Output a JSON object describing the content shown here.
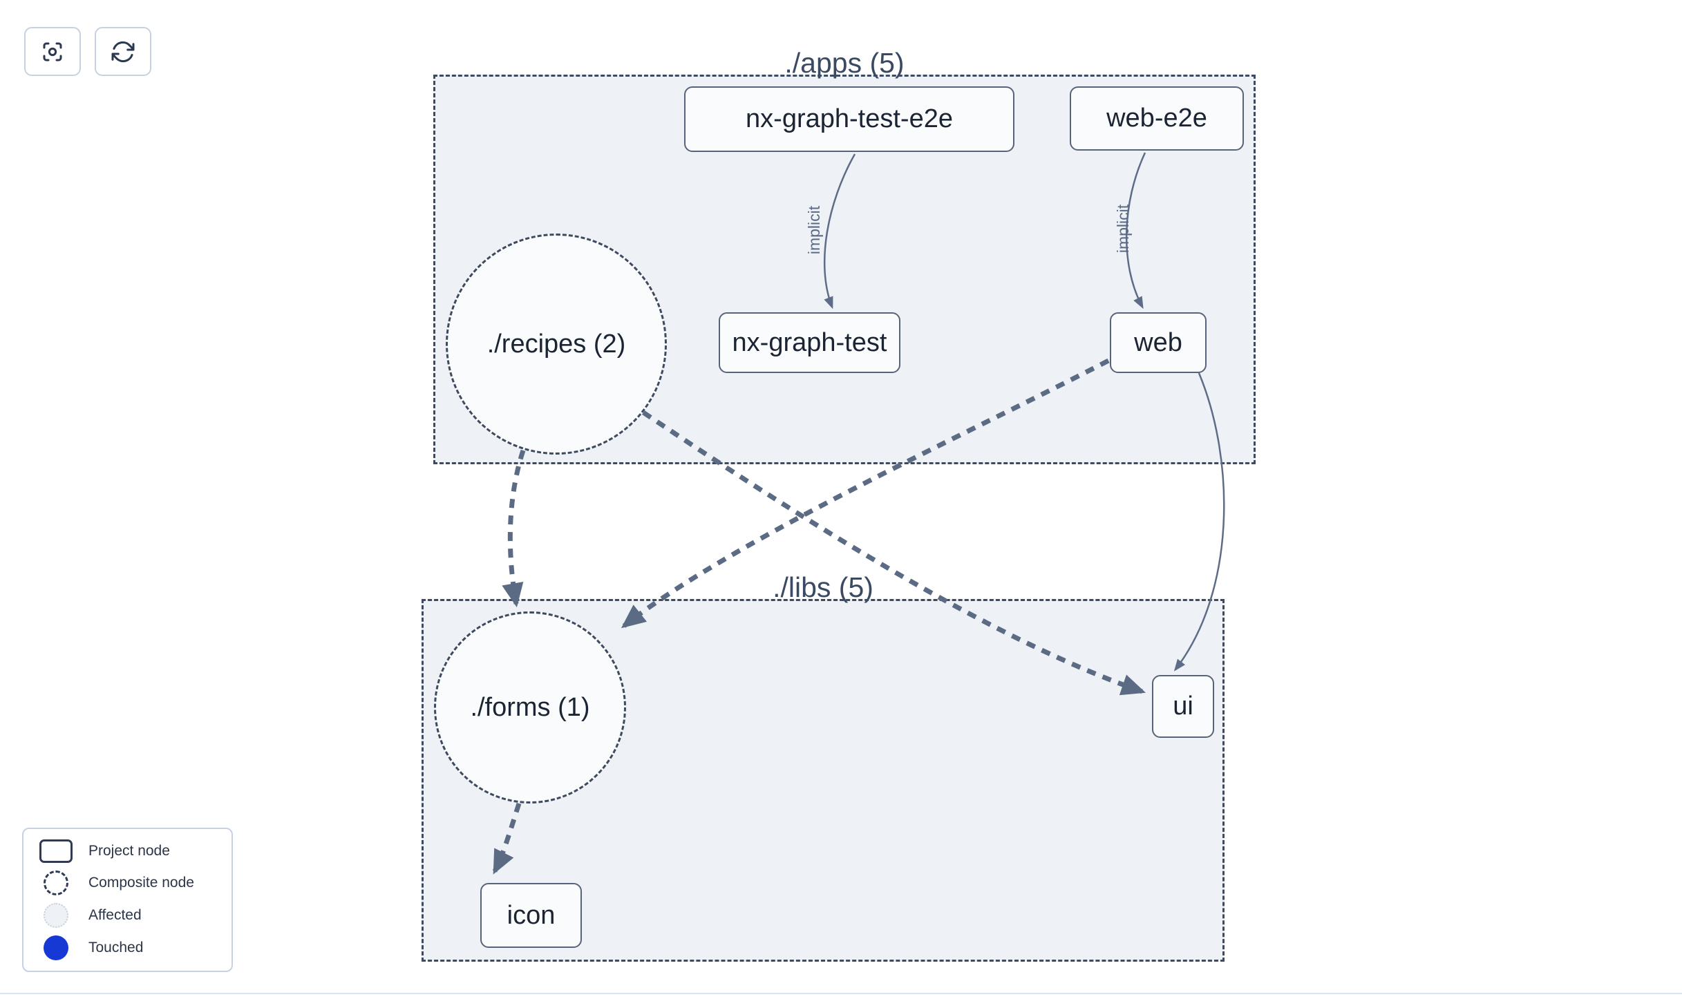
{
  "toolbar": {
    "buttons": [
      {
        "name": "focus-graph",
        "icon": "focus-icon"
      },
      {
        "name": "refresh-graph",
        "icon": "refresh-icon"
      }
    ]
  },
  "graph": {
    "apps_label": "./apps (5)",
    "libs_label": "./libs (5)",
    "nodes": {
      "nx_graph_test_e2e": "nx-graph-test-e2e",
      "web_e2e": "web-e2e",
      "nx_graph_test": "nx-graph-test",
      "web": "web",
      "ui": "ui",
      "icon": "icon"
    },
    "composites": {
      "recipes": "./recipes (2)",
      "forms": "./forms (1)"
    },
    "edge_labels": [
      "implicit",
      "implicit"
    ],
    "edges": [
      {
        "from": "nx-graph-test-e2e",
        "to": "nx-graph-test",
        "style": "thin-solid",
        "label": "implicit"
      },
      {
        "from": "web-e2e",
        "to": "web",
        "style": "thin-solid",
        "label": "implicit"
      },
      {
        "from": "web",
        "to": "ui",
        "style": "thin-solid",
        "label": ""
      },
      {
        "from": "./recipes (2)",
        "to": "./forms (1)",
        "style": "thick-dashed",
        "label": ""
      },
      {
        "from": "./recipes (2)",
        "to": "ui",
        "style": "thick-dashed",
        "label": ""
      },
      {
        "from": "web",
        "to": "./forms (1)",
        "style": "thick-dashed",
        "label": ""
      },
      {
        "from": "./forms (1)",
        "to": "icon",
        "style": "thick-dashed",
        "label": ""
      }
    ]
  },
  "legend": {
    "items": [
      {
        "swatch": "project-node",
        "label": "Project node"
      },
      {
        "swatch": "composite-node",
        "label": "Composite node"
      },
      {
        "swatch": "affected",
        "label": "Affected"
      },
      {
        "swatch": "touched",
        "label": "Touched"
      }
    ]
  },
  "colors": {
    "container_fill": "#eef1f6",
    "container_border": "#3d4a5f",
    "node_fill": "#fafbfd",
    "node_border": "#57637a",
    "node_text": "#1b2433",
    "edge": "#5c6b84",
    "edge_label": "#5a6a85",
    "group_label": "#3b4a63",
    "legend_border": "#c7d2e1",
    "touched_blue": "#1639d6",
    "divider": "#dbe3ed"
  }
}
